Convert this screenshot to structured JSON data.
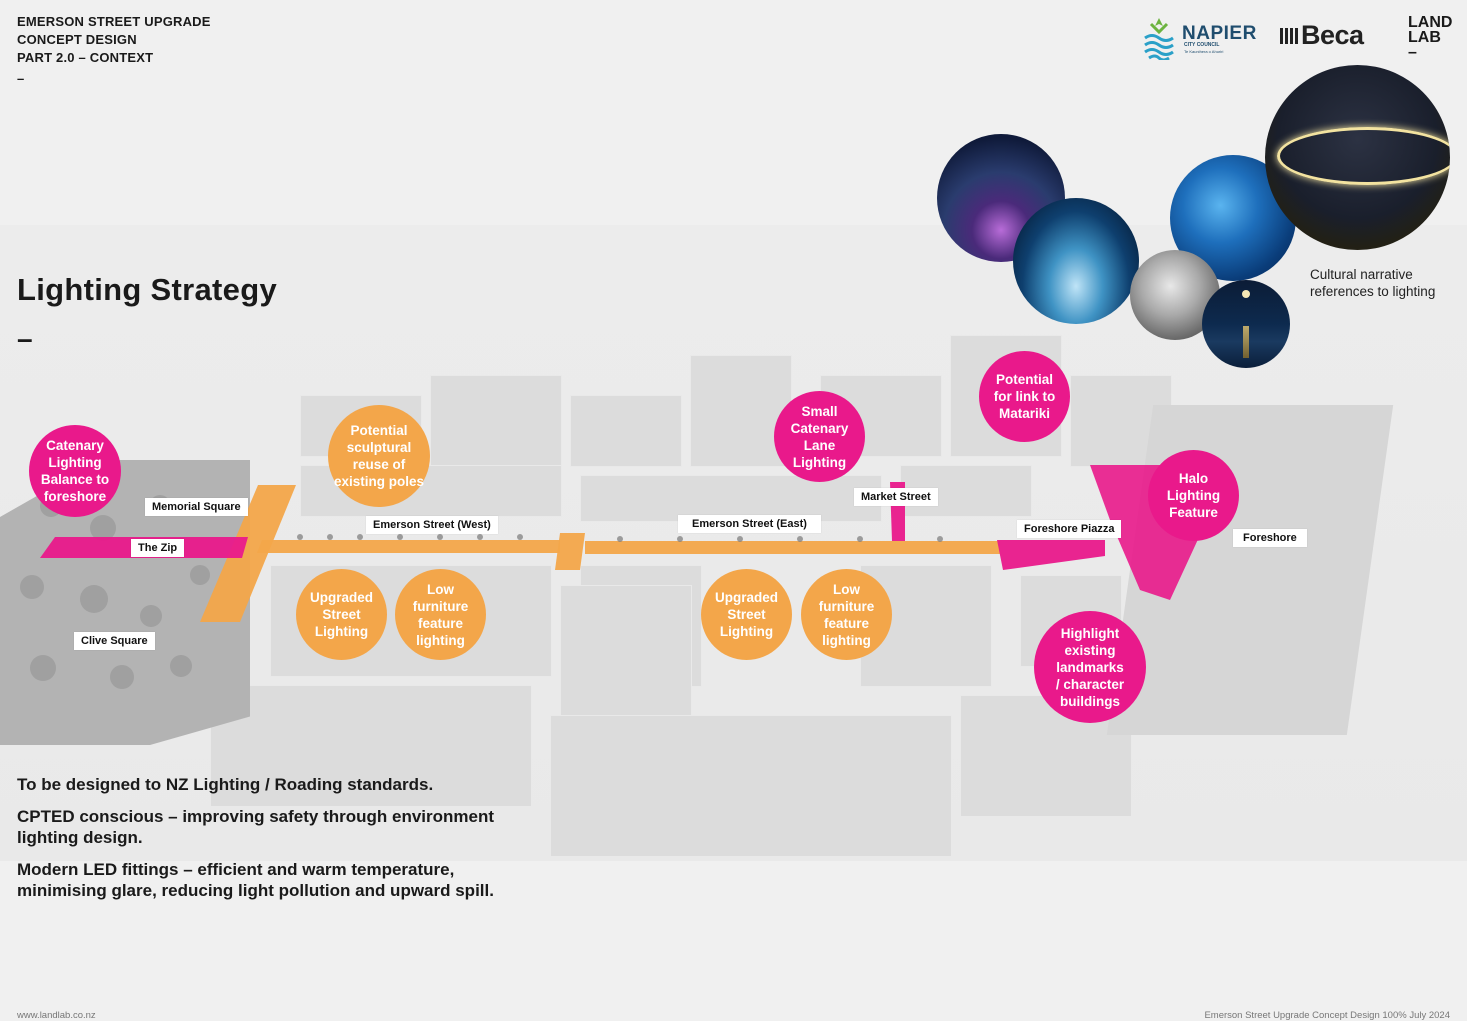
{
  "header": {
    "line1": "EMERSON STREET UPGRADE",
    "line2": "CONCEPT DESIGN",
    "line3": "PART 2.0 – CONTEXT",
    "dash": "–"
  },
  "logos": {
    "napier_name": "NAPIER",
    "napier_sub": "CITY COUNCIL",
    "napier_sub2": "Te Kaunihera o Ahuriri",
    "beca": "Beca",
    "landlab_line1": "LAND",
    "landlab_line2": "LAB",
    "landlab_dash": "–"
  },
  "title": "Lighting Strategy",
  "title_dash": "–",
  "cultural_caption": "Cultural narrative\nreferences to lighting",
  "callouts": {
    "catenary": "Catenary\nLighting\nBalance to\nforeshore",
    "sculptural": "Potential\nsculptural\nreuse of\nexisting poles",
    "upgraded_west": "Upgraded\nStreet\nLighting",
    "low_west": "Low\nfurniture\nfeature\nlighting",
    "small_catenary": "Small\nCatenary\nLane\nLighting",
    "upgraded_east": "Upgraded\nStreet\nLighting",
    "low_east": "Low\nfurniture\nfeature\nlighting",
    "matariki": "Potential\nfor link to\nMatariki",
    "halo": "Halo\nLighting\nFeature",
    "landmarks": "Highlight\nexisting\nlandmarks\n/ character\nbuildings"
  },
  "labels": {
    "memorial_square": "Memorial Square",
    "the_zip": "The Zip",
    "clive_square": "Clive Square",
    "emerson_west": "Emerson Street (West)",
    "emerson_east": "Emerson Street (East)",
    "market_street": "Market Street",
    "foreshore_piazza": "Foreshore Piazza",
    "foreshore": "Foreshore"
  },
  "notes": {
    "n1": "To be designed to NZ Lighting / Roading standards.",
    "n2": "CPTED conscious – improving safety through environment\nlighting design.",
    "n3": "Modern LED fittings – efficient and warm temperature,\nminimising glare, reducing light pollution and upward spill."
  },
  "footer": {
    "left": "www.landlab.co.nz",
    "right": "Emerson Street Upgrade   Concept Design 100%   July 2024"
  },
  "colors": {
    "pink": "#e9198b",
    "orange": "#f3a64a",
    "napier_teal": "#2aa0c8",
    "napier_green": "#6cb33f"
  }
}
